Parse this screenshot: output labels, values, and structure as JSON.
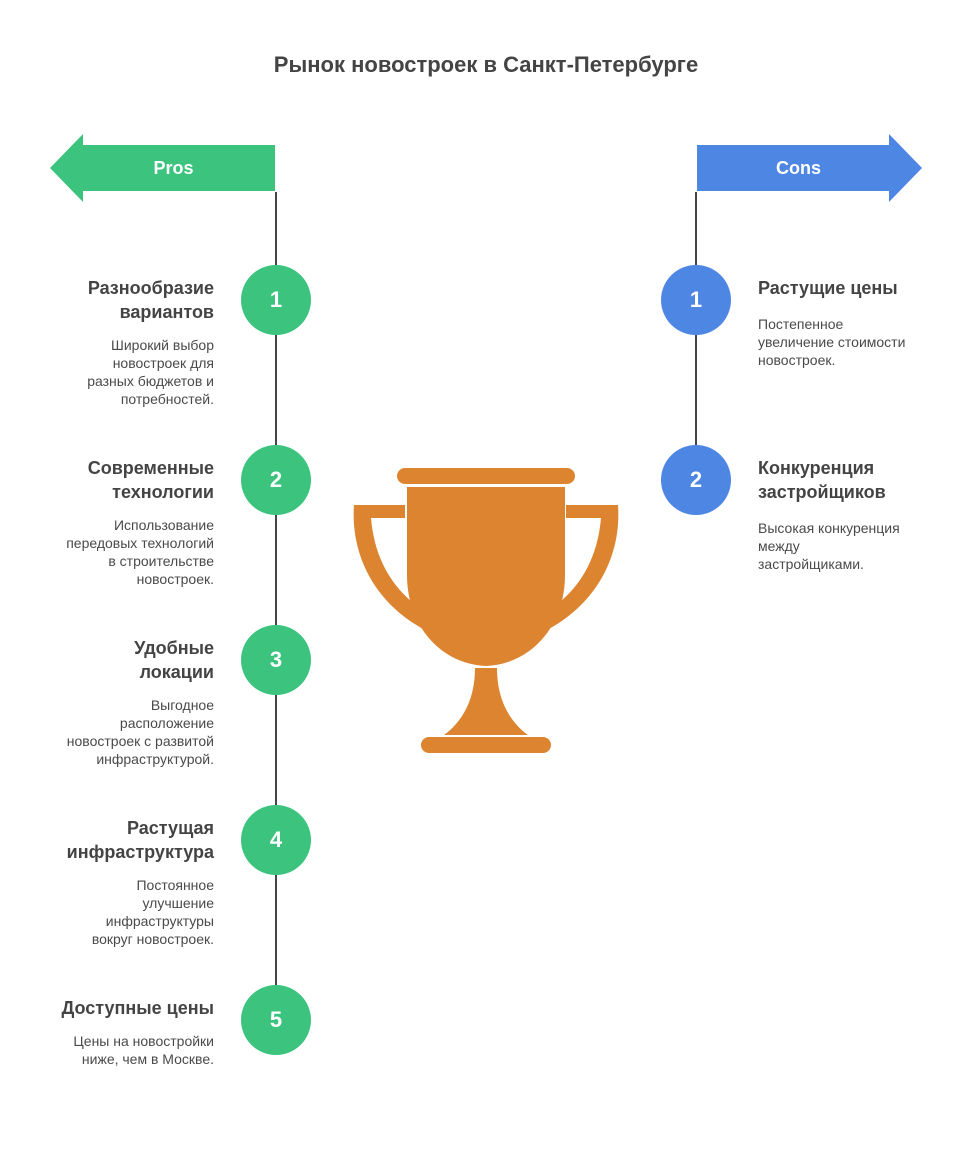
{
  "title": "Рынок новостроек в Санкт-Петербурге",
  "pros": {
    "label": "Pros",
    "color": "#3cc47f",
    "items": [
      {
        "number": "1",
        "title": "Разнообразие\nвариантов",
        "description": "Широкий выбор\nновостроек для\nразных бюджетов и\nпотребностей."
      },
      {
        "number": "2",
        "title": "Современные\nтехнологии",
        "description": "Использование\nпередовых технологий\nв строительстве\nновостроек."
      },
      {
        "number": "3",
        "title": "Удобные\nлокации",
        "description": "Выгодное\nрасположение\nновостроек с развитой\nинфраструктурой."
      },
      {
        "number": "4",
        "title": "Растущая\nинфраструктура",
        "description": "Постоянное\nулучшение\nинфраструктуры\nвокруг новостроек."
      },
      {
        "number": "5",
        "title": "Доступные цены",
        "description": "Цены на новостройки\nниже, чем в Москве."
      }
    ]
  },
  "cons": {
    "label": "Cons",
    "color": "#4e86e4",
    "items": [
      {
        "number": "1",
        "title": "Растущие цены",
        "description": "Постепенное\nувеличение стоимости\nновостроек."
      },
      {
        "number": "2",
        "title": "Конкуренция\nзастройщиков",
        "description": "Высокая конкуренция\nмежду\nзастройщиками."
      }
    ]
  },
  "icons": {
    "center": "trophy-icon",
    "pros_banner": "left-arrow-banner",
    "cons_banner": "right-arrow-banner"
  },
  "colors": {
    "trophy": "#dd8430",
    "text": "#444444"
  }
}
